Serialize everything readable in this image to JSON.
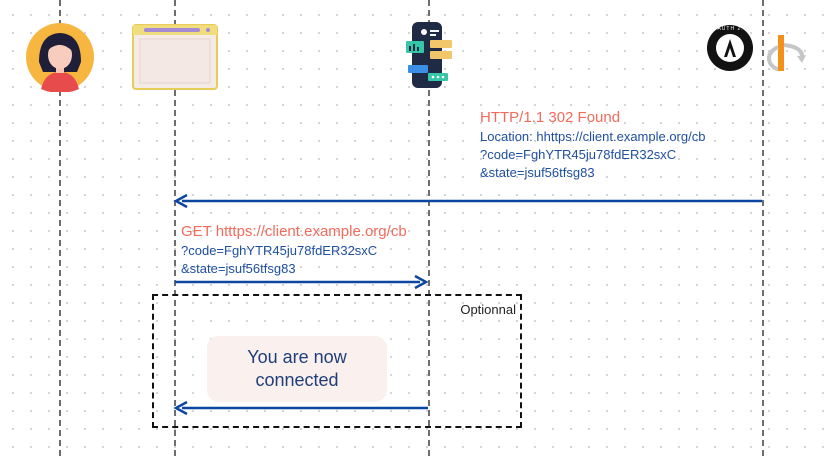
{
  "actors": [
    {
      "id": "user",
      "icon": "user-avatar-icon"
    },
    {
      "id": "browser",
      "icon": "browser-window-icon"
    },
    {
      "id": "client-app",
      "icon": "mobile-app-icon"
    },
    {
      "id": "authorization-server",
      "icon": "oauth-server-icon",
      "badge_text": "OAUTH 2.0"
    }
  ],
  "messages": [
    {
      "id": "redirect-response",
      "from": "authorization-server",
      "to": "browser",
      "title": "HTTP/1.1 302 Found",
      "lines": [
        "Location: hhttps://client.example.org/cb",
        "?code=FghYTR45ju78fdER32sxC",
        "&state=jsuf56tfsg83"
      ]
    },
    {
      "id": "callback-request",
      "from": "browser",
      "to": "client-app",
      "title": "GET htttps://client.example.org/cb",
      "lines": [
        "?code=FghYTR45ju78fdER32sxC",
        "&state=jsuf56tfsg83"
      ]
    },
    {
      "id": "connected-response",
      "from": "client-app",
      "to": "browser",
      "title": "",
      "lines": []
    }
  ],
  "optional_fragment": {
    "label": "Optionnal"
  },
  "note": {
    "text": "You are now connected"
  },
  "colors": {
    "arrow": "#0b47a1",
    "title": "#f26b5b",
    "body": "#1f4fa0"
  }
}
